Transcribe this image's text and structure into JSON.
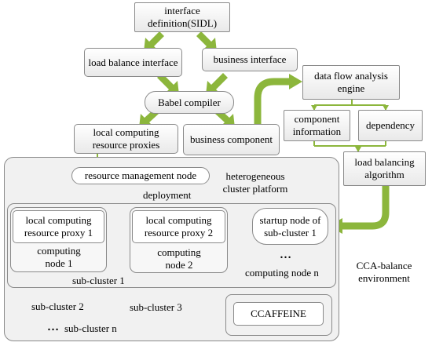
{
  "top": {
    "interface_definition": "interface definition(SIDL)",
    "load_balance_interface": "load balance interface",
    "business_interface": "business interface",
    "babel_compiler": "Babel compiler",
    "local_computing_resource_proxies": "local computing resource proxies",
    "business_component": "business component"
  },
  "right": {
    "data_flow_engine": "data flow analysis engine",
    "component_information": "component information",
    "dependency": "dependency",
    "load_balancing_algorithm": "load balancing algorithm"
  },
  "environment": {
    "resource_management_node": "resource management node",
    "deployment": "deployment",
    "heterogeneous_platform": "heterogeneous cluster platform",
    "proxy_1": "local computing resource proxy 1",
    "computing_node_1": "computing node 1",
    "proxy_2": "local computing resource proxy 2",
    "computing_node_2": "computing node 2",
    "startup_node": "startup node of sub-cluster 1",
    "dots_1": "…",
    "computing_node_n": "computing node n",
    "sub_cluster_1": "sub-cluster 1",
    "cca_balance": "CCA-balance environment",
    "sub_cluster_2": "sub-cluster 2",
    "sub_cluster_3": "sub-cluster 3",
    "dots_2": "…",
    "sub_cluster_n": "sub-cluster n",
    "ccaffeine": "CCAFFEINE"
  },
  "colors": {
    "arrow_green": "#8cb63c",
    "border_gray": "#8a8a8a",
    "platform_fill": "#f1f1f1"
  }
}
